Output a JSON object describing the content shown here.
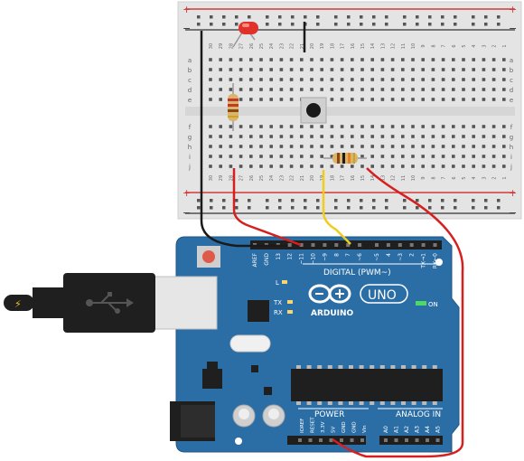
{
  "breadboard": {
    "rail_plus": "+",
    "rail_minus": "−",
    "row_letters_top": [
      "a",
      "b",
      "c",
      "d",
      "e"
    ],
    "row_letters_bottom": [
      "f",
      "g",
      "h",
      "i",
      "j"
    ],
    "column_numbers": [
      "30",
      "29",
      "28",
      "27",
      "26",
      "25",
      "24",
      "23",
      "22",
      "21",
      "20",
      "19",
      "18",
      "17",
      "16",
      "15",
      "14",
      "13",
      "12",
      "11",
      "10",
      "9",
      "8",
      "7",
      "6",
      "5",
      "4",
      "3",
      "2",
      "1"
    ]
  },
  "arduino": {
    "brand": "ARDUINO",
    "model": "UNO",
    "on_label": "ON",
    "l_label": "L",
    "tx_label": "TX",
    "rx_label": "RX",
    "digital_label": "DIGITAL (PWM~)",
    "power_label": "POWER",
    "analog_label": "ANALOG IN",
    "digital_pins": [
      "AREF",
      "GND",
      "13",
      "12",
      "~11",
      "~10",
      "~9",
      "8",
      "7",
      "~6",
      "~5",
      "4",
      "~3",
      "2",
      "TX→1",
      "RX←0"
    ],
    "power_pins": [
      "IOREF",
      "RESET",
      "3.3V",
      "5V",
      "GND",
      "GND",
      "Vin"
    ],
    "analog_pins": [
      "A0",
      "A1",
      "A2",
      "A3",
      "A4",
      "A5"
    ]
  },
  "colors": {
    "board": "#2b6ea6",
    "breadboard": "#e3e3e3",
    "rail_red": "#d23b3b",
    "rail_blue": "#333333",
    "wire_red": "#d6201f",
    "wire_black": "#1a1a1a",
    "wire_yellow": "#f2cc1b",
    "led": "#e0312b"
  }
}
